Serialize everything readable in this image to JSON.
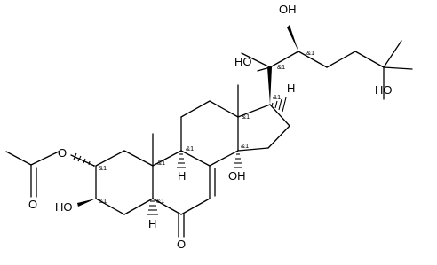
{
  "structure": {
    "atom_labels": {
      "o_ester": "O",
      "o_carbonyl_ester": "O",
      "ho_c3": "HO",
      "o_ketone": "O",
      "h_c5": "H",
      "h_c9": "H",
      "oh_c14": "OH",
      "h_c17": "H",
      "ho_c20": "HO",
      "oh_c22": "OH",
      "ho_c25": "HO"
    },
    "stereo_label": "&1"
  }
}
